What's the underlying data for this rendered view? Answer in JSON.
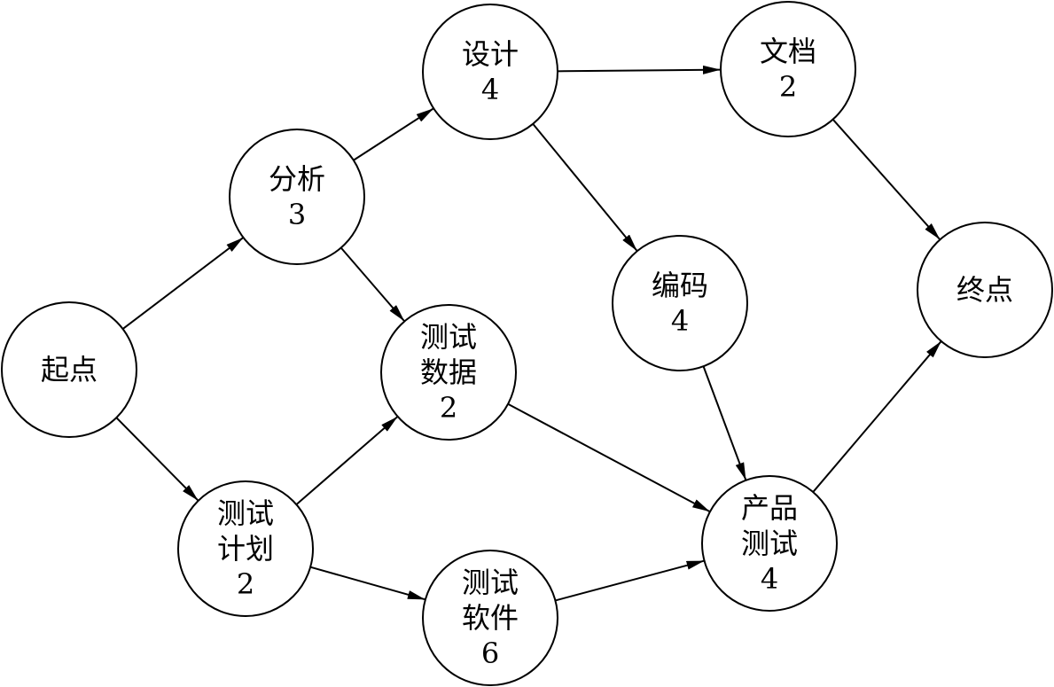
{
  "nodes": [
    {
      "id": "start",
      "lines": [
        "起点"
      ]
    },
    {
      "id": "analysis",
      "lines": [
        "分析",
        "3"
      ]
    },
    {
      "id": "design",
      "lines": [
        "设计",
        "4"
      ]
    },
    {
      "id": "document",
      "lines": [
        "文档",
        "2"
      ]
    },
    {
      "id": "end",
      "lines": [
        "终点"
      ]
    },
    {
      "id": "coding",
      "lines": [
        "编码",
        "4"
      ]
    },
    {
      "id": "test-data",
      "lines": [
        "测试",
        "数据",
        "2"
      ]
    },
    {
      "id": "test-plan",
      "lines": [
        "测试",
        "计划",
        "2"
      ]
    },
    {
      "id": "test-software",
      "lines": [
        "测试",
        "软件",
        "6"
      ]
    },
    {
      "id": "product-test",
      "lines": [
        "产品",
        "测试",
        "4"
      ]
    }
  ],
  "edges": [
    {
      "from": "start",
      "to": "analysis"
    },
    {
      "from": "start",
      "to": "test-plan"
    },
    {
      "from": "analysis",
      "to": "design"
    },
    {
      "from": "analysis",
      "to": "test-data"
    },
    {
      "from": "design",
      "to": "document"
    },
    {
      "from": "design",
      "to": "coding"
    },
    {
      "from": "document",
      "to": "end"
    },
    {
      "from": "coding",
      "to": "product-test"
    },
    {
      "from": "test-plan",
      "to": "test-data"
    },
    {
      "from": "test-plan",
      "to": "test-software"
    },
    {
      "from": "test-data",
      "to": "product-test"
    },
    {
      "from": "test-software",
      "to": "product-test"
    },
    {
      "from": "product-test",
      "to": "end"
    }
  ],
  "colors": {
    "stroke": "#000000",
    "fill": "#ffffff"
  }
}
